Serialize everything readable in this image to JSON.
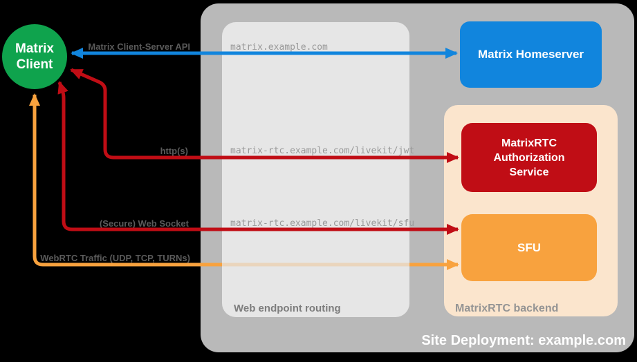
{
  "client": {
    "label": "Matrix Client",
    "color": "#0fa34d"
  },
  "homeserver": {
    "label": "Matrix Homeserver",
    "color": "#1185dd"
  },
  "routing": {
    "label": "Web endpoint routing",
    "panel_color": "#e6e6e6",
    "endpoints": [
      "matrix.example.com",
      "matrix-rtc.example.com/livekit/jwt",
      "matrix-rtc.example.com/livekit/sfu"
    ]
  },
  "backend": {
    "label": "MatrixRTC backend",
    "panel_color": "#fbe5cd",
    "services": [
      {
        "label": "MatrixRTC Authorization Service",
        "color": "#c00d15"
      },
      {
        "label": "SFU",
        "color": "#f8a23e"
      }
    ]
  },
  "site": {
    "label": "Site Deployment: example.com",
    "panel_color": "#b9b9b9"
  },
  "connections": [
    {
      "label": "Matrix Client-Server API",
      "from": "Matrix Client",
      "to": "Matrix Homeserver",
      "via": "matrix.example.com",
      "color": "#1185dd",
      "style": "double-arrow"
    },
    {
      "label": "http(s)",
      "from": "Matrix Client",
      "to": "MatrixRTC Authorization Service",
      "via": "matrix-rtc.example.com/livekit/jwt",
      "color": "#c00d15",
      "style": "double-arrow"
    },
    {
      "label": "(Secure) Web Socket",
      "from": "Matrix Client",
      "to": "SFU",
      "via": "matrix-rtc.example.com/livekit/sfu",
      "color": "#c00d15",
      "style": "double-arrow"
    },
    {
      "label": "WebRTC Traffic (UDP, TCP, TURNs)",
      "from": "Matrix Client",
      "to": "SFU",
      "via": "",
      "color": "#f8a23e",
      "style": "double-arrow-bypass-routing"
    }
  ]
}
